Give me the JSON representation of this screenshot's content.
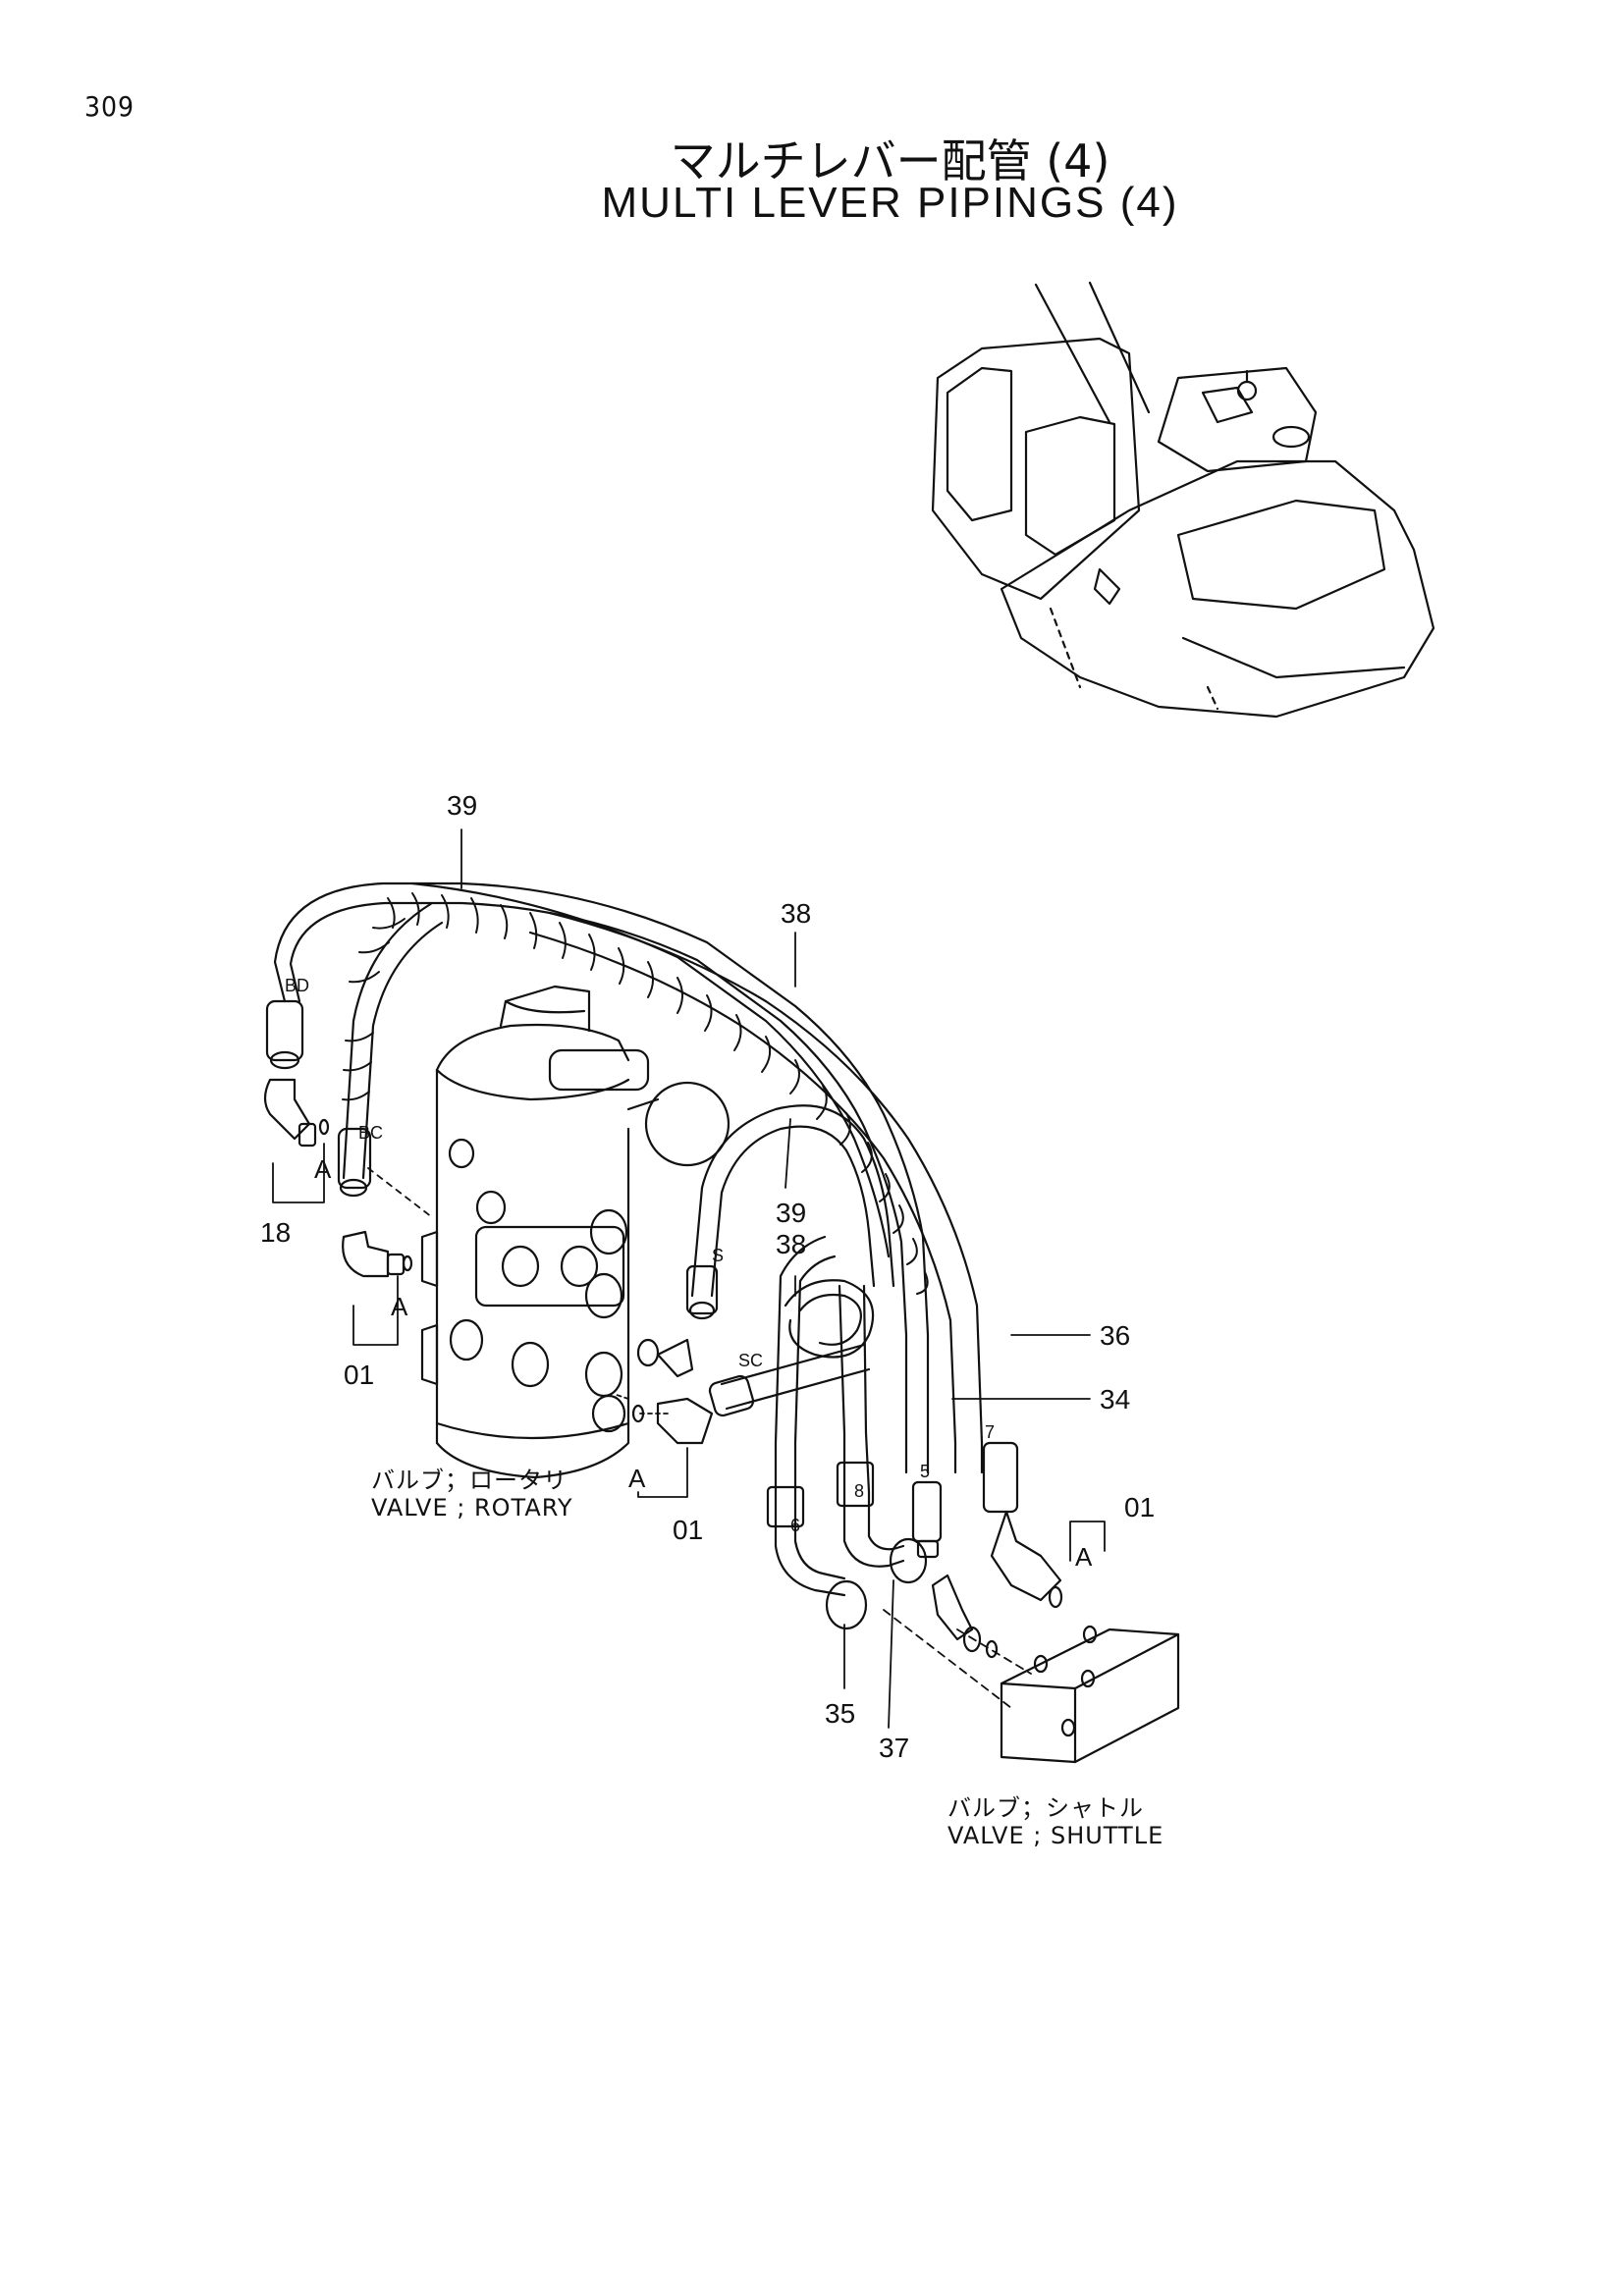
{
  "page_number": "309",
  "title_jp": "マルチレバー配管 (4)",
  "title_en": "MULTI LEVER PIPINGS (4)",
  "part_numbers": {
    "p39_top": "39",
    "p38_top": "38",
    "p39_mid": "39",
    "p38_mid": "38",
    "p18": "18",
    "p01_left": "01",
    "p01_mid": "01",
    "p01_right": "01",
    "p36": "36",
    "p34": "34",
    "p35": "35",
    "p37": "37"
  },
  "port_labels": {
    "bd": "BD",
    "bc": "BC",
    "s": "S",
    "sc": "SC",
    "n5": "5",
    "n6": "6",
    "n7": "7",
    "n8": "8",
    "a1": "A",
    "a2": "A",
    "a3": "A",
    "a4": "A"
  },
  "captions": {
    "rotary_jp": "バルブ；ロータリ",
    "rotary_en": "VALVE ; ROTARY",
    "shuttle_jp": "バルブ；シャトル",
    "shuttle_en": "VALVE ; SHUTTLE"
  }
}
